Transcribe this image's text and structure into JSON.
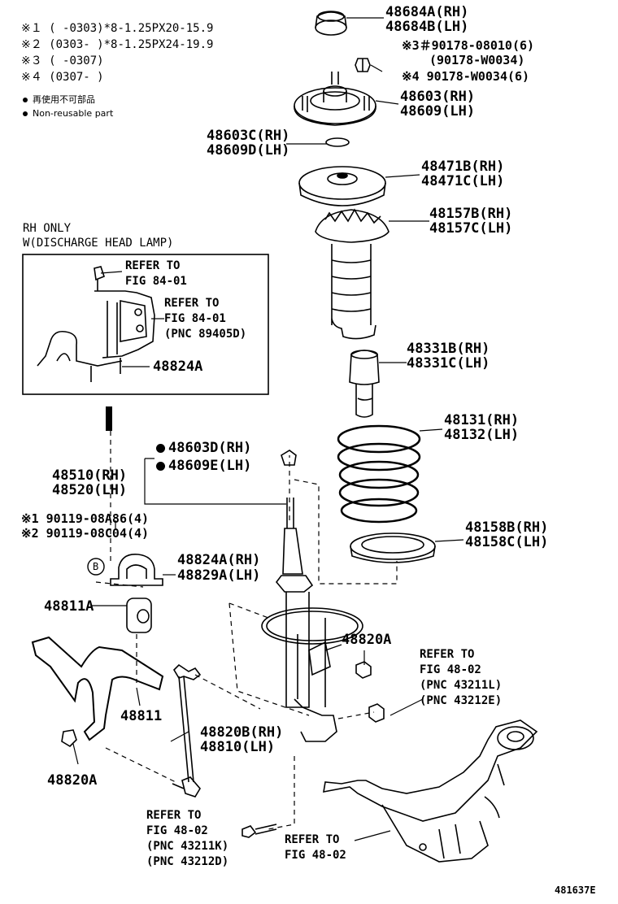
{
  "notes": {
    "n1": "※１  (    -0303)*8-1.25PX20-15.9",
    "n2": "※２  (0303-    )*8-1.25PX24-19.9",
    "n3": "※３  (    -0307)",
    "n4": "※４  (0307-    )",
    "nonreusable_jp": "再使用不可部品",
    "nonreusable_en": "Non-reusable part"
  },
  "inset": {
    "heading1": "RH ONLY",
    "heading2": "W(DISCHARGE HEAD LAMP)",
    "refer1": "REFER TO",
    "refer1b": "FIG 84-01",
    "refer2": "REFER TO",
    "refer2b": "FIG 84-01",
    "refer2c": "(PNC 89405D)",
    "part": "48824A"
  },
  "labels": {
    "p48684A": "48684A(RH)",
    "p48684B": "48684B(LH)",
    "p3a": "※3＃90178-08010(6)",
    "p3b": "(90178-W0034)",
    "p4": "※4  90178-W0034(6)",
    "p48603": "48603(RH)",
    "p48609": "48609(LH)",
    "p48603C": "48603C(RH)",
    "p48609D": "48609D(LH)",
    "p48471B": "48471B(RH)",
    "p48471C": "48471C(LH)",
    "p48157B": "48157B(RH)",
    "p48157C": "48157C(LH)",
    "p48331B": "48331B(RH)",
    "p48331C": "48331C(LH)",
    "p48131": "48131(RH)",
    "p48132": "48132(LH)",
    "p48603D": "48603D(RH)",
    "p48609E": "48609E(LH)",
    "p48510": "48510(RH)",
    "p48520": "48520(LH)",
    "p90119a": "※1 90119-08A86(4)",
    "p90119b": "※2 90119-08C04(4)",
    "circleB": "B",
    "p48824A": "48824A(RH)",
    "p48829A": "48829A(LH)",
    "p48158B": "48158B(RH)",
    "p48158C": "48158C(LH)",
    "p48811A": "48811A",
    "p48820A_r": "48820A",
    "refer3a": "REFER TO",
    "refer3b": "FIG 48-02",
    "refer3c": "(PNC 43211L)",
    "refer3d": "(PNC 43212E)",
    "p48811": "48811",
    "p48820B": "48820B(RH)",
    "p48810": "48810(LH)",
    "p48820A_l": "48820A",
    "refer4a": "REFER TO",
    "refer4b": "FIG 48-02",
    "refer4c": "(PNC 43211K)",
    "refer4d": "(PNC 43212D)",
    "refer5a": "REFER TO",
    "refer5b": "FIG 48-02",
    "diagram_id": "481637E"
  }
}
